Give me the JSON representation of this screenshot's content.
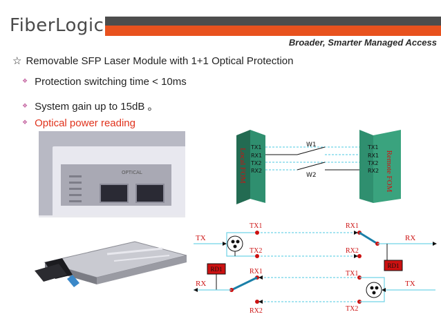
{
  "brand": {
    "name": "FiberLogic",
    "tagline": "Broader, Smarter Managed Access"
  },
  "heading": {
    "star": "☆",
    "text": "Removable SFP Laser Module with 1+1 Optical Protection"
  },
  "bullets": [
    {
      "text": "Protection switching time  <  10ms"
    },
    {
      "text": "System gain up to 15dB 。"
    },
    {
      "text": "Optical power reading"
    }
  ],
  "photo": {
    "panel_label": "OPTICAL"
  },
  "top_diagram": {
    "local_label": "Local FOM",
    "remote_label": "Remote FOM",
    "left_ports": [
      "TX1",
      "RX1",
      "TX2",
      "RX2"
    ],
    "right_ports": [
      "TX1",
      "RX1",
      "TX2",
      "RX2"
    ],
    "w1": "W1",
    "w2": "W2"
  },
  "bottom_diagram": {
    "tx_left": "TX",
    "rx_right": "RX",
    "rx_left": "RX",
    "tx_right": "TX",
    "tx1_top": "TX1",
    "rx1_top": "RX1",
    "tx2_mid": "TX2",
    "rx2_mid": "RX2",
    "rx1_low": "RX1",
    "tx1_low": "TX1",
    "rx2_bottom": "RX2",
    "tx2_bottom": "TX2",
    "rd_left": "RD1",
    "rd_right": "RD1"
  },
  "colors": {
    "accent": "#e8521e",
    "fom_green": "#2f8f6f",
    "fiber": "#6fd3e6",
    "red": "#cc1111"
  }
}
